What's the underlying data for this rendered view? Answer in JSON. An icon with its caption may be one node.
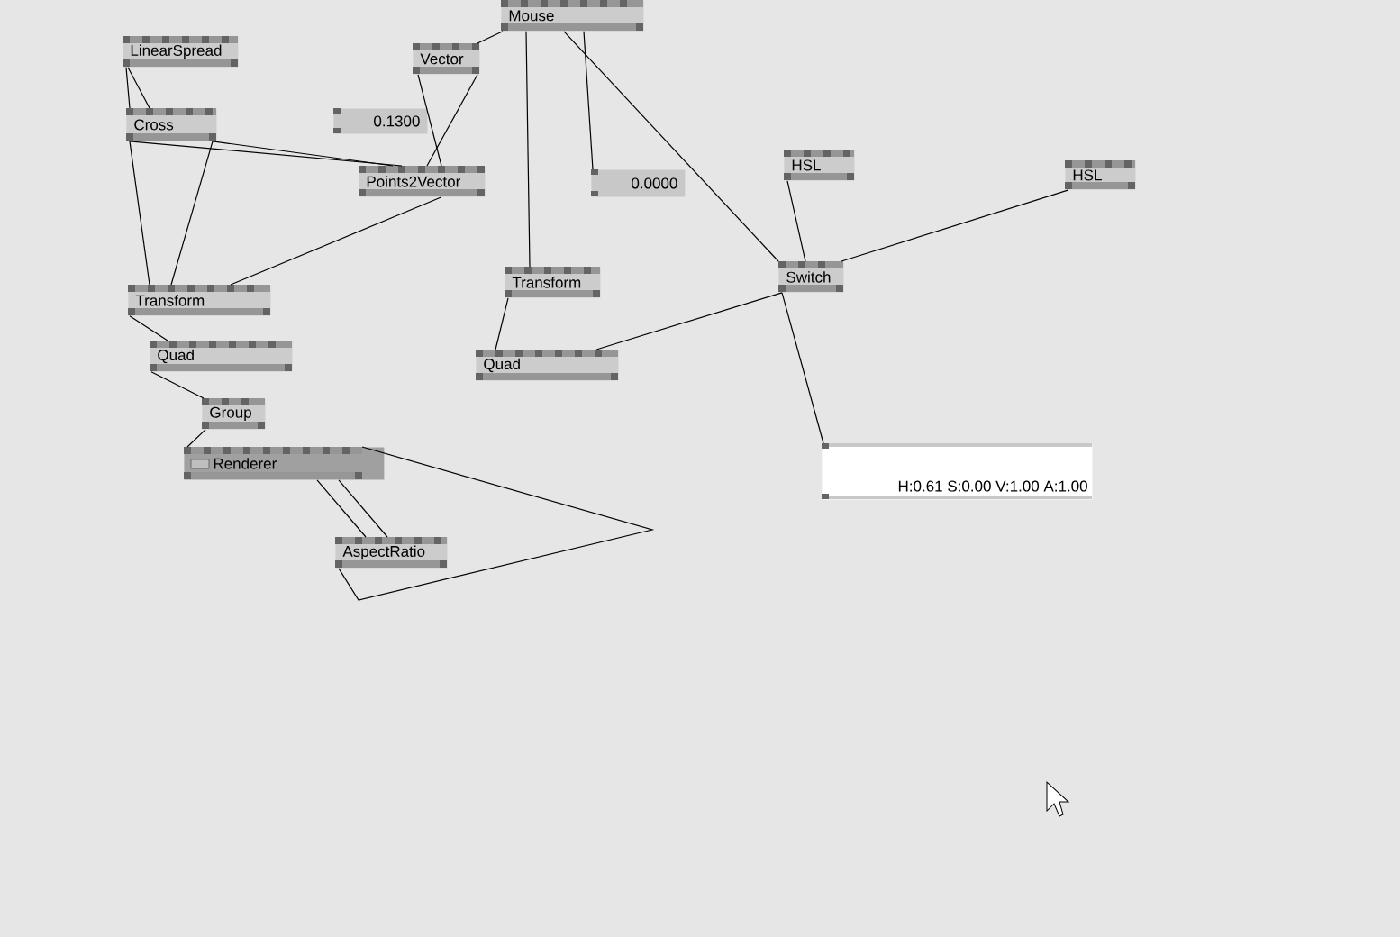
{
  "diagram": {
    "nodes": [
      {
        "text": [
          "Mouse"
        ]
      },
      {
        "text": [
          "LinearSpread"
        ]
      },
      {
        "text": [
          "Vector"
        ]
      },
      {
        "text": [
          "0.1300"
        ]
      },
      {
        "text": [
          "Cross"
        ]
      },
      {
        "text": [
          "Points2Vector"
        ]
      },
      {
        "text": [
          "0.0000"
        ]
      },
      {
        "text": [
          "HSL"
        ]
      },
      {
        "text": [
          "HSL"
        ]
      },
      {
        "text": [
          "Transform"
        ]
      },
      {
        "text": [
          "Transform"
        ]
      },
      {
        "text": [
          "Switch"
        ]
      },
      {
        "text": [
          "Quad"
        ]
      },
      {
        "text": [
          "Quad"
        ]
      },
      {
        "text": [
          "Group"
        ]
      },
      {
        "text": [
          "Renderer"
        ]
      },
      {
        "text": [
          "AspectRatio"
        ]
      },
      {
        "text": [
          "H:0.61  S:0.00  V:1.00  A:1.00"
        ]
      }
    ],
    "edges": [
      {
        "from": 0,
        "to": 2,
        "arrow": "none"
      },
      {
        "from": 1,
        "to": 4,
        "arrow": "none"
      },
      {
        "from": 1,
        "to": 4,
        "arrow": "none"
      },
      {
        "from": 2,
        "to": 5,
        "arrow": "none"
      },
      {
        "from": 2,
        "to": 5,
        "arrow": "none"
      },
      {
        "from": 4,
        "to": 5,
        "arrow": "none"
      },
      {
        "from": 4,
        "to": 5,
        "arrow": "none"
      },
      {
        "from": 4,
        "to": 9,
        "arrow": "none"
      },
      {
        "from": 4,
        "to": 9,
        "arrow": "none"
      },
      {
        "from": 5,
        "to": 9,
        "arrow": "none"
      },
      {
        "from": 9,
        "to": 12,
        "arrow": "none"
      },
      {
        "from": 12,
        "to": 14,
        "arrow": "none"
      },
      {
        "from": 14,
        "to": 15,
        "arrow": "none"
      },
      {
        "from": 15,
        "to": 16,
        "arrow": "none"
      },
      {
        "from": 15,
        "to": 16,
        "arrow": "none"
      },
      {
        "from": 16,
        "to": 15,
        "arrow": "none"
      },
      {
        "from": 0,
        "to": 10,
        "arrow": "none"
      },
      {
        "from": 0,
        "to": 6,
        "arrow": "none"
      },
      {
        "from": 0,
        "to": 11,
        "arrow": "none"
      },
      {
        "from": 7,
        "to": 11,
        "arrow": "none"
      },
      {
        "from": 8,
        "to": 11,
        "arrow": "none"
      },
      {
        "from": 10,
        "to": 13,
        "arrow": "none"
      },
      {
        "from": 11,
        "to": 13,
        "arrow": "none"
      },
      {
        "from": 11,
        "to": 17,
        "arrow": "none"
      }
    ]
  }
}
